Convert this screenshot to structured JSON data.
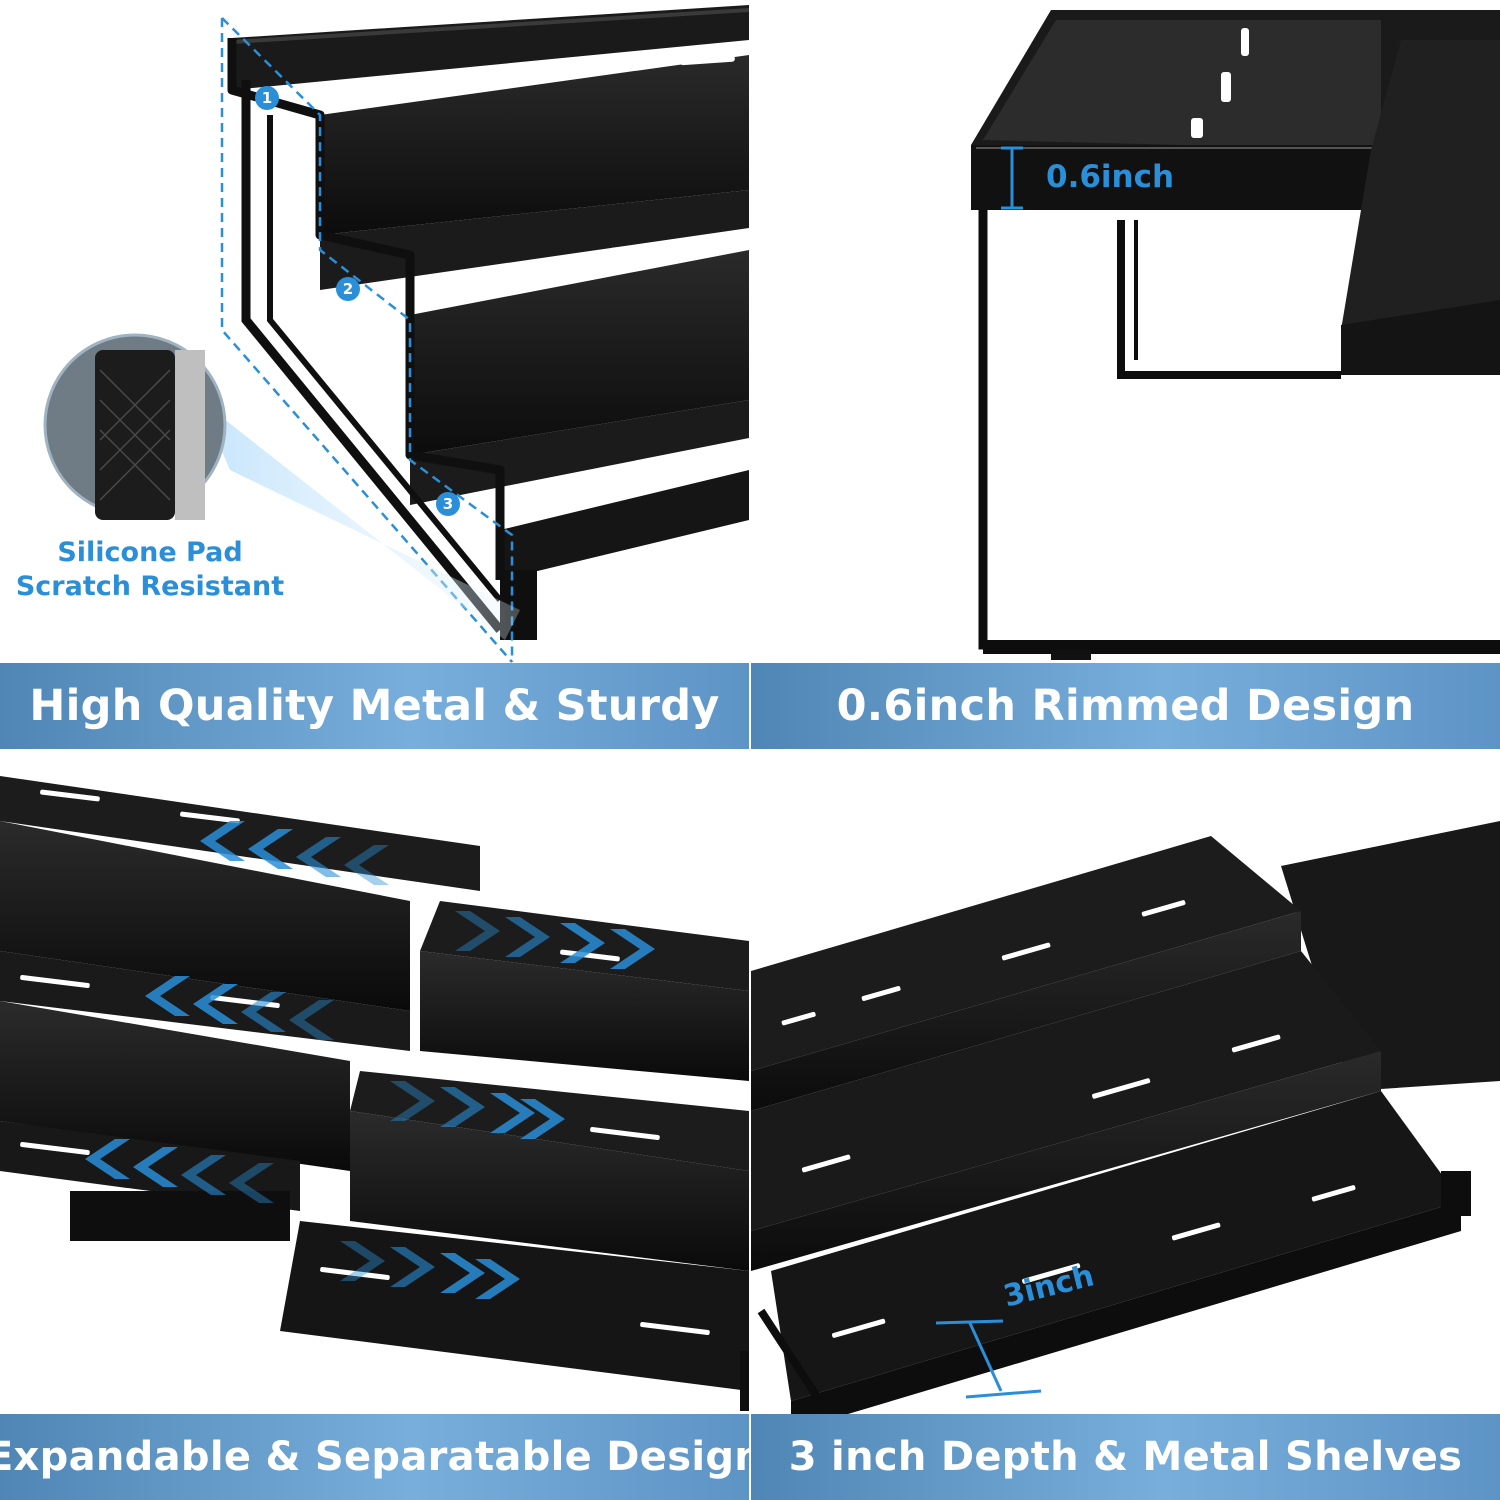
{
  "panels": {
    "top_left": {
      "banner": "High Quality Metal & Sturdy",
      "pad_line1": "Silicone Pad",
      "pad_line2": "Scratch Resistant",
      "markers": [
        "1",
        "2",
        "3"
      ]
    },
    "top_right": {
      "banner": "0.6inch Rimmed Design",
      "dimension": "0.6inch"
    },
    "bottom_left": {
      "banner": "Expandable & Separatable Design"
    },
    "bottom_right": {
      "banner": "3 inch Depth & Metal Shelves",
      "dimension": "3inch"
    }
  },
  "colors": {
    "accent": "#2a8fd8",
    "banner": "#6aa3d2",
    "metal": "#111111"
  }
}
